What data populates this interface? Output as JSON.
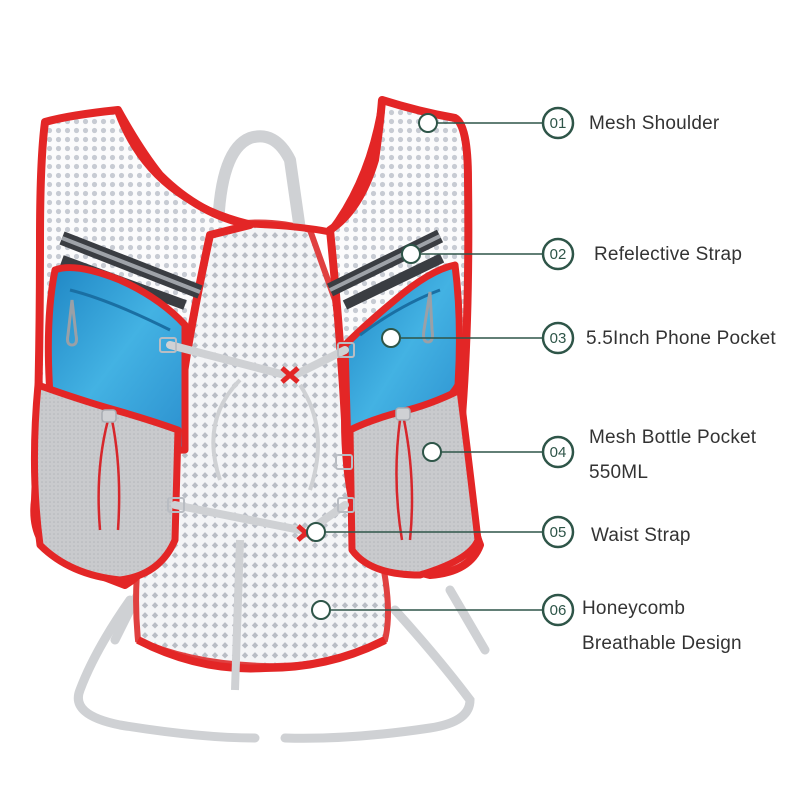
{
  "image": {
    "subject": "hydration-running-vest",
    "colors": {
      "trim": "#e32626",
      "mesh": "#f2f2f4",
      "pocket": "#3ba6d8",
      "bottle_mesh": "#c9cacd",
      "strap": "#cfd1d4",
      "callout": "#2e5548"
    }
  },
  "callouts": [
    {
      "number": "01",
      "label": "Mesh Shoulder"
    },
    {
      "number": "02",
      "label": "Refelective Strap"
    },
    {
      "number": "03",
      "label": "5.5Inch Phone Pocket"
    },
    {
      "number": "04",
      "label": "Mesh Bottle Pocket",
      "label_line2": "550ML"
    },
    {
      "number": "05",
      "label": "Waist Strap"
    },
    {
      "number": "06",
      "label": "Honeycomb",
      "label_line2": "Breathable Design"
    }
  ]
}
